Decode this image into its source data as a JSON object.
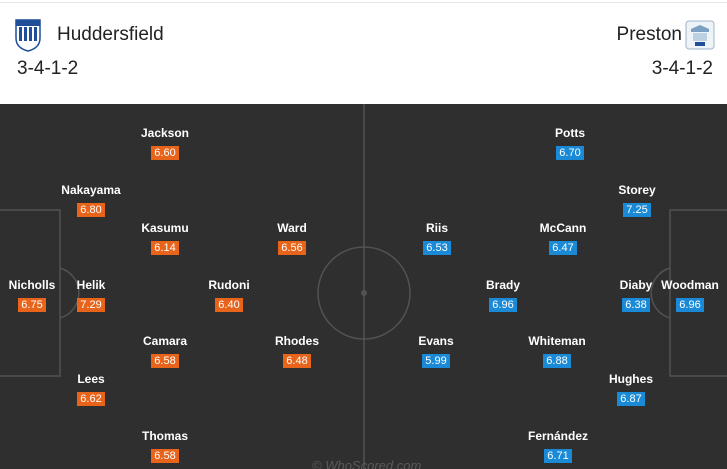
{
  "home": {
    "name": "Huddersfield",
    "formation": "3-4-1-2",
    "crest_icon": "huddersfield-crest-icon",
    "rating_color": "#e8641b",
    "players": [
      {
        "name": "Nicholls",
        "rating": "6.75"
      },
      {
        "name": "Helik",
        "rating": "7.29"
      },
      {
        "name": "Nakayama",
        "rating": "6.80"
      },
      {
        "name": "Lees",
        "rating": "6.62"
      },
      {
        "name": "Jackson",
        "rating": "6.60"
      },
      {
        "name": "Kasumu",
        "rating": "6.14"
      },
      {
        "name": "Camara",
        "rating": "6.58"
      },
      {
        "name": "Thomas",
        "rating": "6.58"
      },
      {
        "name": "Rudoni",
        "rating": "6.40"
      },
      {
        "name": "Ward",
        "rating": "6.56"
      },
      {
        "name": "Rhodes",
        "rating": "6.48"
      }
    ]
  },
  "away": {
    "name": "Preston",
    "formation": "3-4-1-2",
    "crest_icon": "preston-crest-icon",
    "rating_color": "#1b8ad6",
    "players": [
      {
        "name": "Woodman",
        "rating": "6.96"
      },
      {
        "name": "Diaby",
        "rating": "6.38"
      },
      {
        "name": "Storey",
        "rating": "7.25"
      },
      {
        "name": "Hughes",
        "rating": "6.87"
      },
      {
        "name": "Potts",
        "rating": "6.70"
      },
      {
        "name": "McCann",
        "rating": "6.47"
      },
      {
        "name": "Whiteman",
        "rating": "6.88"
      },
      {
        "name": "Fernández",
        "rating": "6.71"
      },
      {
        "name": "Brady",
        "rating": "6.96"
      },
      {
        "name": "Riis",
        "rating": "6.53"
      },
      {
        "name": "Evans",
        "rating": "5.99"
      }
    ]
  },
  "watermark": "© WhoScored.com"
}
